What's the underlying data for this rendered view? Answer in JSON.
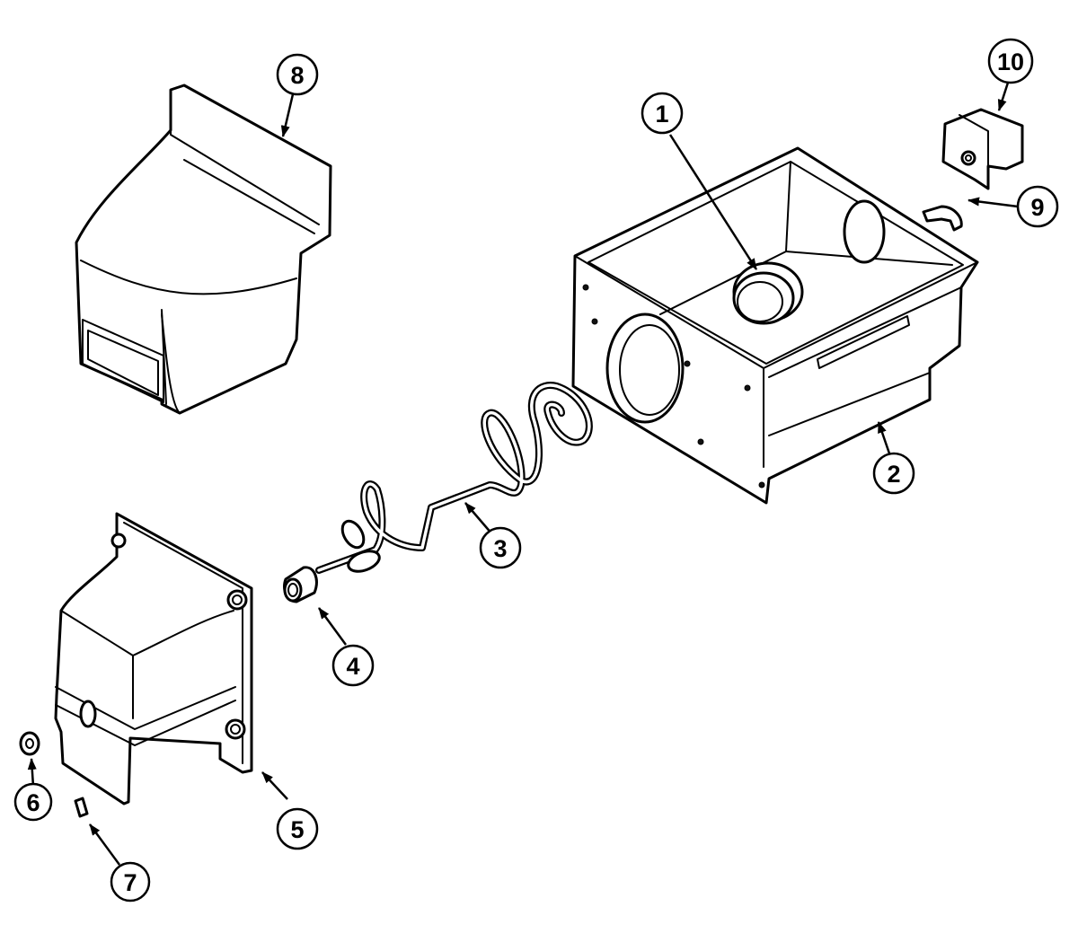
{
  "diagram": {
    "type": "exploded parts diagram",
    "callouts": [
      {
        "id": "1",
        "label": "1"
      },
      {
        "id": "2",
        "label": "2"
      },
      {
        "id": "3",
        "label": "3"
      },
      {
        "id": "4",
        "label": "4"
      },
      {
        "id": "5",
        "label": "5"
      },
      {
        "id": "6",
        "label": "6"
      },
      {
        "id": "7",
        "label": "7"
      },
      {
        "id": "8",
        "label": "8"
      },
      {
        "id": "9",
        "label": "9"
      },
      {
        "id": "10",
        "label": "10"
      }
    ],
    "colors": {
      "line": "#000000",
      "background": "#ffffff"
    }
  }
}
